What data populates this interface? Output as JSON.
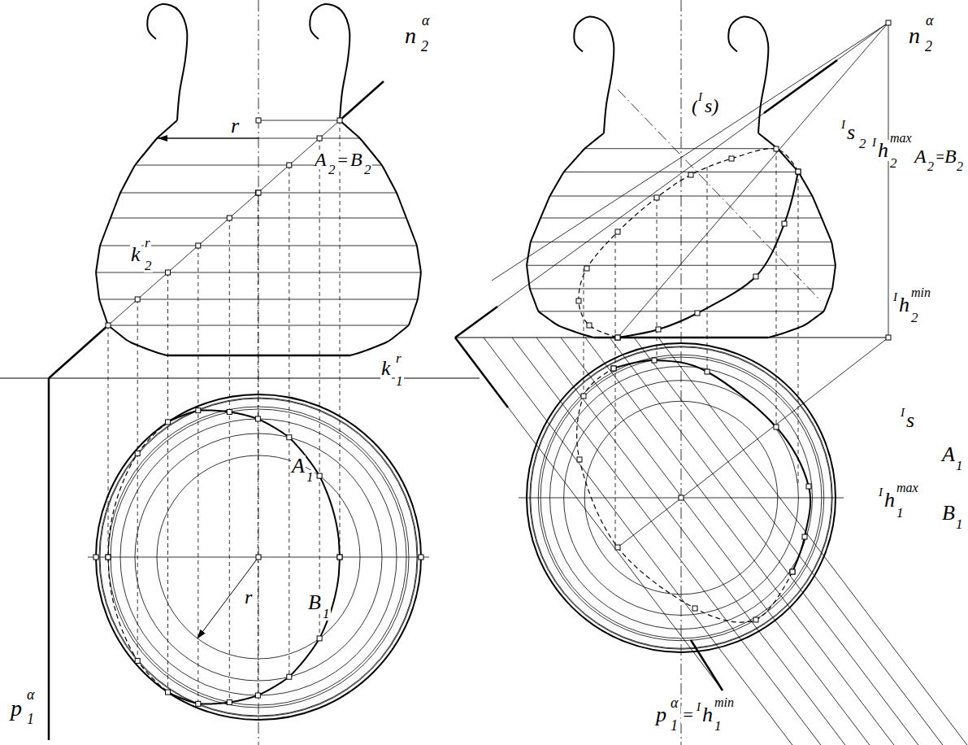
{
  "diagram": {
    "labels": [
      "n",
      "α",
      "2",
      "r",
      "A",
      "2",
      "=",
      "B",
      "2",
      "k",
      "r",
      "2",
      "k",
      "r",
      "1",
      "A",
      "1",
      "r",
      "B",
      "1",
      "p",
      "α",
      "1",
      "n",
      "α",
      "2",
      "(",
      "I",
      "s)",
      "I",
      "s",
      "2",
      "I",
      "h",
      "max",
      "2",
      "A",
      "2",
      "=",
      "B",
      "2",
      "I",
      "h",
      "min",
      "2",
      "I",
      "s",
      "A",
      "1",
      "I",
      "h",
      "max",
      "1",
      "B",
      "1",
      "p",
      "α",
      "1",
      "=",
      "I",
      "h",
      "min",
      "1"
    ]
  }
}
